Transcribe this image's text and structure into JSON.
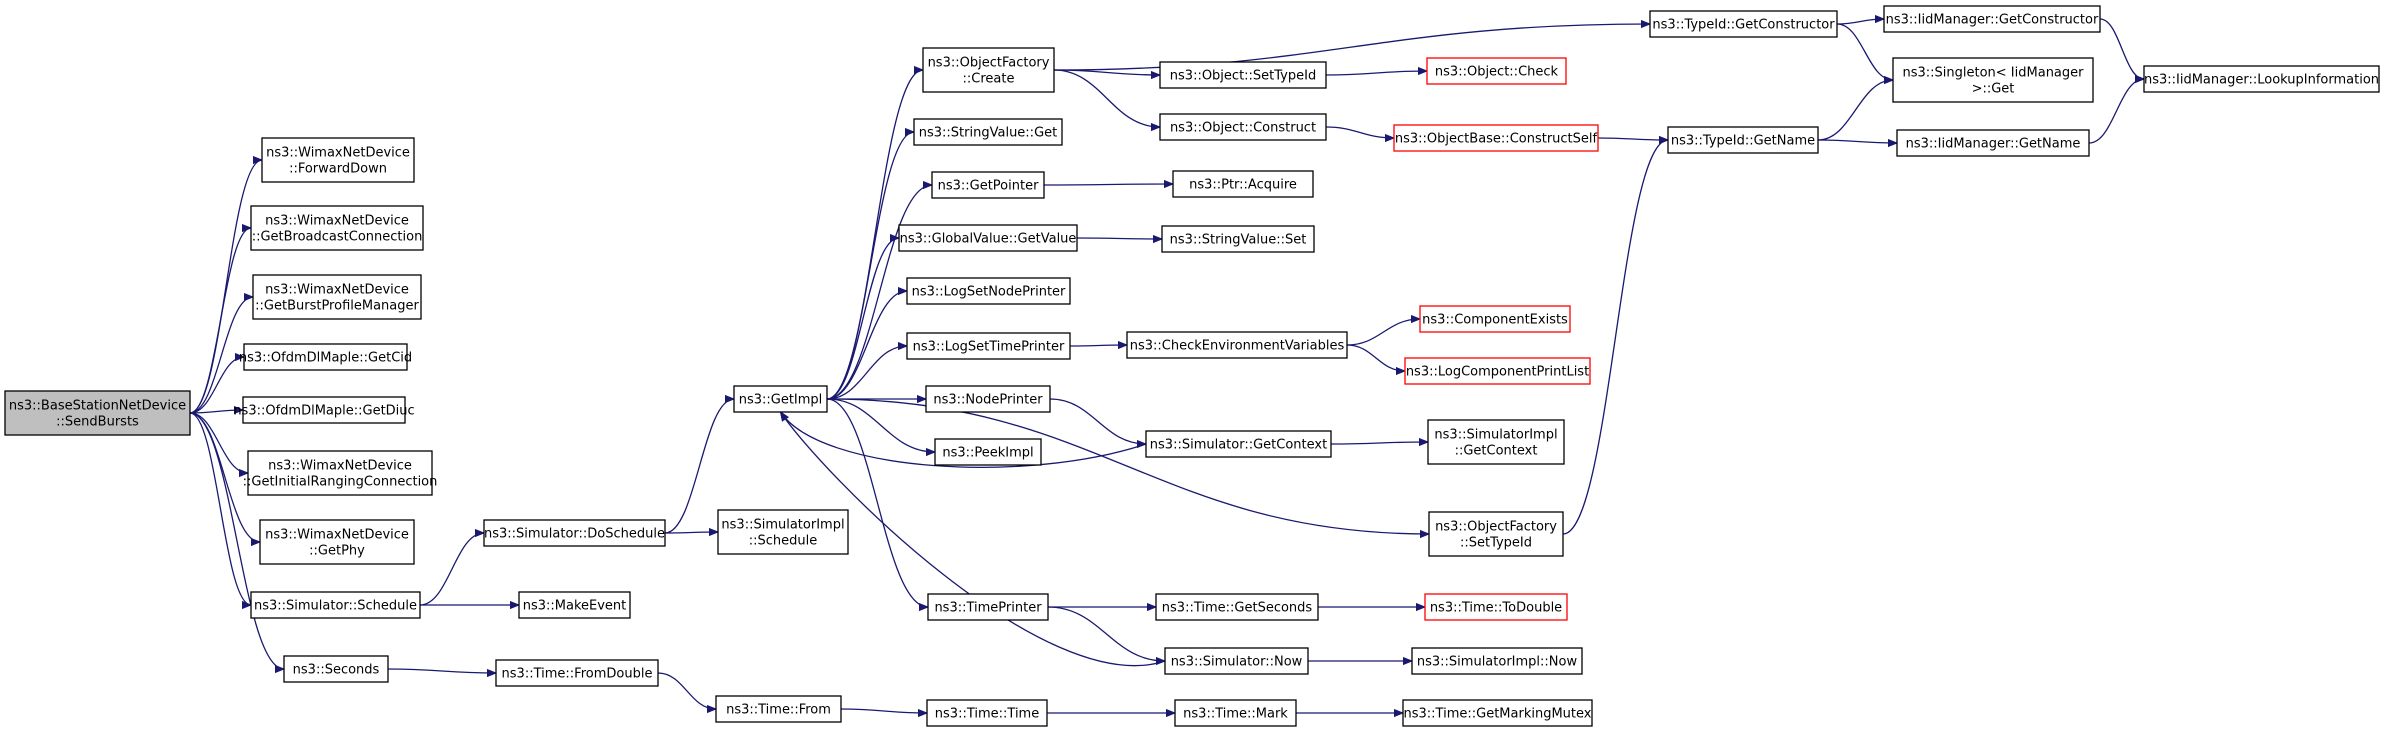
{
  "colors": {
    "edge": "#191970",
    "node_border": "#000000",
    "truncated_border": "#ff0000",
    "highlight_fill": "#bfbfbf",
    "background": "#ffffff"
  },
  "nodes": [
    {
      "id": "root",
      "lines": [
        "ns3::BaseStationNetDevice",
        "::SendBursts"
      ],
      "highlight": true
    },
    {
      "id": "wimax_forwarddown",
      "lines": [
        "ns3::WimaxNetDevice",
        "::ForwardDown"
      ]
    },
    {
      "id": "wimax_getbroadcast",
      "lines": [
        "ns3::WimaxNetDevice",
        "::GetBroadcastConnection"
      ]
    },
    {
      "id": "wimax_getburstprofile",
      "lines": [
        "ns3::WimaxNetDevice",
        "::GetBurstProfileManager"
      ]
    },
    {
      "id": "ofdm_getcid",
      "lines": [
        "ns3::OfdmDlMaple::GetCid"
      ]
    },
    {
      "id": "ofdm_getdiuc",
      "lines": [
        "ns3::OfdmDlMaple::GetDiuc"
      ]
    },
    {
      "id": "wimax_getinitialranging",
      "lines": [
        "ns3::WimaxNetDevice",
        "::GetInitialRangingConnection"
      ]
    },
    {
      "id": "wimax_getphy",
      "lines": [
        "ns3::WimaxNetDevice",
        "::GetPhy"
      ]
    },
    {
      "id": "sim_schedule",
      "lines": [
        "ns3::Simulator::Schedule"
      ]
    },
    {
      "id": "seconds",
      "lines": [
        "ns3::Seconds"
      ]
    },
    {
      "id": "sim_doschedule",
      "lines": [
        "ns3::Simulator::DoSchedule"
      ]
    },
    {
      "id": "makeevent",
      "lines": [
        "ns3::MakeEvent"
      ]
    },
    {
      "id": "time_fromdouble",
      "lines": [
        "ns3::Time::FromDouble"
      ]
    },
    {
      "id": "simimpl_schedule",
      "lines": [
        "ns3::SimulatorImpl",
        "::Schedule"
      ]
    },
    {
      "id": "getimpl",
      "lines": [
        "ns3::GetImpl"
      ]
    },
    {
      "id": "time_from",
      "lines": [
        "ns3::Time::From"
      ]
    },
    {
      "id": "objfactory_create",
      "lines": [
        "ns3::ObjectFactory",
        "::Create"
      ]
    },
    {
      "id": "stringvalue_get",
      "lines": [
        "ns3::StringValue::Get"
      ]
    },
    {
      "id": "getpointer",
      "lines": [
        "ns3::GetPointer"
      ]
    },
    {
      "id": "globalvalue_getvalue",
      "lines": [
        "ns3::GlobalValue::GetValue"
      ]
    },
    {
      "id": "logsetnodeprinter",
      "lines": [
        "ns3::LogSetNodePrinter"
      ]
    },
    {
      "id": "logsettimeprinter",
      "lines": [
        "ns3::LogSetTimePrinter"
      ]
    },
    {
      "id": "nodeprinter",
      "lines": [
        "ns3::NodePrinter"
      ]
    },
    {
      "id": "peekimpl",
      "lines": [
        "ns3::PeekImpl"
      ]
    },
    {
      "id": "timeprinter",
      "lines": [
        "ns3::TimePrinter"
      ]
    },
    {
      "id": "time_time",
      "lines": [
        "ns3::Time::Time"
      ]
    },
    {
      "id": "object_settypeid",
      "lines": [
        "ns3::Object::SetTypeId"
      ]
    },
    {
      "id": "object_construct",
      "lines": [
        "ns3::Object::Construct"
      ]
    },
    {
      "id": "ptr_acquire",
      "lines": [
        "ns3::Ptr::Acquire"
      ]
    },
    {
      "id": "stringvalue_set",
      "lines": [
        "ns3::StringValue::Set"
      ]
    },
    {
      "id": "checkenvvars",
      "lines": [
        "ns3::CheckEnvironmentVariables"
      ]
    },
    {
      "id": "sim_getcontext",
      "lines": [
        "ns3::Simulator::GetContext"
      ]
    },
    {
      "id": "time_getseconds",
      "lines": [
        "ns3::Time::GetSeconds"
      ]
    },
    {
      "id": "sim_now",
      "lines": [
        "ns3::Simulator::Now"
      ]
    },
    {
      "id": "time_mark",
      "lines": [
        "ns3::Time::Mark"
      ]
    },
    {
      "id": "object_check",
      "lines": [
        "ns3::Object::Check"
      ],
      "truncated": true
    },
    {
      "id": "objectbase_constructself",
      "lines": [
        "ns3::ObjectBase::ConstructSelf"
      ],
      "truncated": true
    },
    {
      "id": "componentexists",
      "lines": [
        "ns3::ComponentExists"
      ],
      "truncated": true
    },
    {
      "id": "logcomponentprintlist",
      "lines": [
        "ns3::LogComponentPrintList"
      ],
      "truncated": true
    },
    {
      "id": "simimpl_getcontext",
      "lines": [
        "ns3::SimulatorImpl",
        "::GetContext"
      ]
    },
    {
      "id": "objfactory_settypeid",
      "lines": [
        "ns3::ObjectFactory",
        "::SetTypeId"
      ]
    },
    {
      "id": "time_todouble",
      "lines": [
        "ns3::Time::ToDouble"
      ],
      "truncated": true
    },
    {
      "id": "simimpl_now",
      "lines": [
        "ns3::SimulatorImpl::Now"
      ]
    },
    {
      "id": "time_getmarkingmutex",
      "lines": [
        "ns3::Time::GetMarkingMutex"
      ]
    },
    {
      "id": "typeid_getconstructor",
      "lines": [
        "ns3::TypeId::GetConstructor"
      ]
    },
    {
      "id": "typeid_getname",
      "lines": [
        "ns3::TypeId::GetName"
      ]
    },
    {
      "id": "iidmgr_getconstructor",
      "lines": [
        "ns3::IidManager::GetConstructor"
      ]
    },
    {
      "id": "singleton_get",
      "lines": [
        "ns3::Singleton< IidManager",
        " >::Get"
      ]
    },
    {
      "id": "iidmgr_getname",
      "lines": [
        "ns3::IidManager::GetName"
      ]
    },
    {
      "id": "iidmgr_lookupinfo",
      "lines": [
        "ns3::IidManager::LookupInformation"
      ]
    }
  ],
  "edges": [
    [
      "root",
      "wimax_forwarddown"
    ],
    [
      "root",
      "wimax_getbroadcast"
    ],
    [
      "root",
      "wimax_getburstprofile"
    ],
    [
      "root",
      "ofdm_getcid"
    ],
    [
      "root",
      "ofdm_getdiuc"
    ],
    [
      "root",
      "wimax_getinitialranging"
    ],
    [
      "root",
      "wimax_getphy"
    ],
    [
      "root",
      "sim_schedule"
    ],
    [
      "root",
      "seconds"
    ],
    [
      "sim_schedule",
      "sim_doschedule"
    ],
    [
      "sim_schedule",
      "makeevent"
    ],
    [
      "seconds",
      "time_fromdouble"
    ],
    [
      "sim_doschedule",
      "simimpl_schedule"
    ],
    [
      "sim_doschedule",
      "getimpl"
    ],
    [
      "time_fromdouble",
      "time_from"
    ],
    [
      "time_from",
      "time_time"
    ],
    [
      "time_time",
      "time_mark"
    ],
    [
      "time_mark",
      "time_getmarkingmutex"
    ],
    [
      "getimpl",
      "objfactory_create"
    ],
    [
      "getimpl",
      "stringvalue_get"
    ],
    [
      "getimpl",
      "getpointer"
    ],
    [
      "getimpl",
      "globalvalue_getvalue"
    ],
    [
      "getimpl",
      "logsetnodeprinter"
    ],
    [
      "getimpl",
      "logsettimeprinter"
    ],
    [
      "getimpl",
      "nodeprinter"
    ],
    [
      "getimpl",
      "peekimpl"
    ],
    [
      "getimpl",
      "timeprinter"
    ],
    [
      "getimpl",
      "objfactory_settypeid"
    ],
    [
      "sim_getcontext",
      "getimpl"
    ],
    [
      "sim_now",
      "getimpl"
    ],
    [
      "objfactory_create",
      "typeid_getconstructor"
    ],
    [
      "objfactory_create",
      "object_settypeid"
    ],
    [
      "objfactory_create",
      "object_construct"
    ],
    [
      "object_settypeid",
      "object_check"
    ],
    [
      "object_construct",
      "objectbase_constructself"
    ],
    [
      "objectbase_constructself",
      "typeid_getname"
    ],
    [
      "getpointer",
      "ptr_acquire"
    ],
    [
      "globalvalue_getvalue",
      "stringvalue_set"
    ],
    [
      "logsettimeprinter",
      "checkenvvars"
    ],
    [
      "checkenvvars",
      "componentexists"
    ],
    [
      "checkenvvars",
      "logcomponentprintlist"
    ],
    [
      "nodeprinter",
      "sim_getcontext"
    ],
    [
      "sim_getcontext",
      "simimpl_getcontext"
    ],
    [
      "timeprinter",
      "time_getseconds"
    ],
    [
      "timeprinter",
      "sim_now"
    ],
    [
      "time_getseconds",
      "time_todouble"
    ],
    [
      "sim_now",
      "simimpl_now"
    ],
    [
      "objfactory_settypeid",
      "typeid_getname"
    ],
    [
      "typeid_getconstructor",
      "iidmgr_getconstructor"
    ],
    [
      "typeid_getconstructor",
      "singleton_get"
    ],
    [
      "typeid_getname",
      "singleton_get"
    ],
    [
      "typeid_getname",
      "iidmgr_getname"
    ],
    [
      "iidmgr_getconstructor",
      "iidmgr_lookupinfo"
    ],
    [
      "iidmgr_getname",
      "iidmgr_lookupinfo"
    ]
  ]
}
